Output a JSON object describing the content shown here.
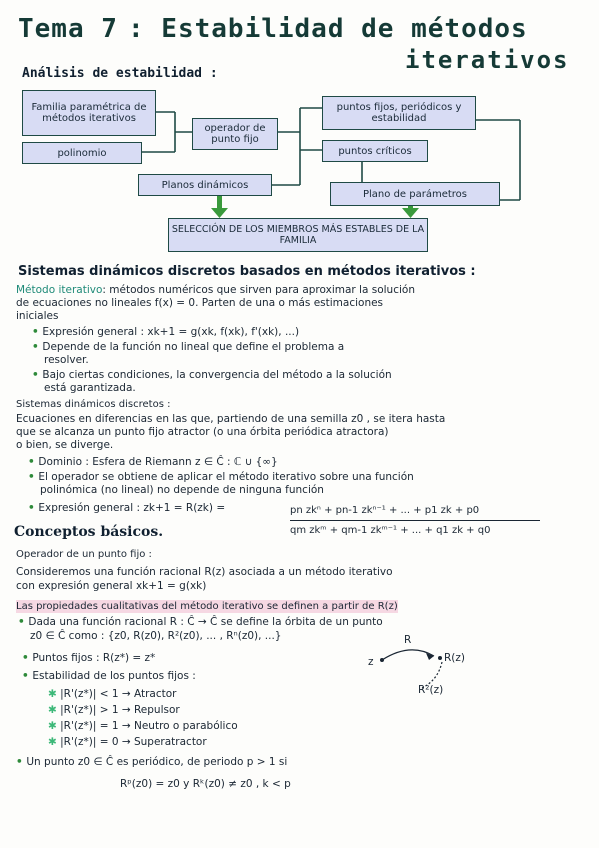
{
  "title": {
    "tema": "Tema 7",
    "main": ": Estabilidad de métodos",
    "second": "iterativos"
  },
  "analisis": {
    "heading": "Análisis de estabilidad :",
    "boxes": {
      "familia": "Familia paramétrica de métodos iterativos",
      "polinomio": "polinomio",
      "operador": "operador de punto fijo",
      "puntos_fijos": "puntos fijos, periódicos y estabilidad",
      "puntos_criticos": "puntos críticos",
      "planos_dinamicos": "Planos dinámicos",
      "plano_parametros": "Plano de parámetros",
      "seleccion": "SELECCIÓN DE LOS MIEMBROS MÁS ESTABLES DE LA FAMILIA"
    }
  },
  "sistemas": {
    "heading": "Sistemas dinámicos discretos basados en métodos iterativos :",
    "metodo_line1_label": "Método iterativo",
    "metodo_line1_rest": ": métodos numéricos que sirven para aproximar la solución",
    "metodo_line2": "de ecuaciones no lineales f(x) = 0. Parten de una o más estimaciones",
    "metodo_line3": "iniciales",
    "bullets": [
      "Expresión general : xk+1 = g(xk, f(xk), f'(xk), ...)",
      "Depende de la función no lineal que define el problema a",
      "resolver.",
      "Bajo ciertas condiciones, la convergencia del método a la solución",
      "está garantizada."
    ],
    "sdd_heading": "Sistemas dinámicos discretos :",
    "sdd_line1": "Ecuaciones en diferencias en las que, partiendo de una semilla z0 , se itera hasta",
    "sdd_line2": "que se alcanza un punto fijo atractor (o una órbita periódica atractora)",
    "sdd_line3": "o bien, se diverge.",
    "sdd_bullets": [
      "Dominio : Esfera de Riemann z ∈ Ĉ : ℂ ∪ {∞}",
      "El operador se obtiene de aplicar el método iterativo sobre una función",
      "polinómica (no lineal) no depende de ninguna función",
      "Expresión general : zk+1 = R(zk) ="
    ],
    "fraction_num": "pn zkⁿ + pn-1 zkⁿ⁻¹ + ... + p1 zk + p0",
    "fraction_den": "qm zkᵐ + qm-1 zkᵐ⁻¹ + ... + q1 zk + q0"
  },
  "conceptos": {
    "heading": "Conceptos básicos.",
    "operador_heading": "Operador de un punto fijo :",
    "line1": "Consideremos una función racional R(z) asociada a un método iterativo",
    "line2": "con expresión general xk+1 = g(xk)",
    "line3": "Las propiedades cualitativas del método iterativo se definen a partir de R(z)",
    "line4": "Dada una función racional R : Ĉ → Ĉ se define la órbita de un punto",
    "line5": "z0 ∈ Ĉ como : {z0, R(z0), R²(z0), ... , Rⁿ(z0), ...}",
    "puntos_fijos": "Puntos fijos : R(z*) = z*",
    "estabilidad": "Estabilidad de los puntos fijos :",
    "stab": [
      "|R'(z*)| < 1 → Atractor",
      "|R'(z*)| > 1 → Repulsor",
      "|R'(z*)| = 1 → Neutro o parabólico",
      "|R'(z*)| = 0 → Superatractor"
    ],
    "periodico": "Un punto z0 ∈ Ĉ es periódico, de periodo p > 1 si",
    "periodico_eq": "Rᵖ(z0) = z0 y Rᵏ(z0) ≠ z0 , k < p",
    "orbit_labels": {
      "z": "z",
      "r": "R",
      "rz": "R(z)",
      "r2z": "R²(z)"
    }
  }
}
